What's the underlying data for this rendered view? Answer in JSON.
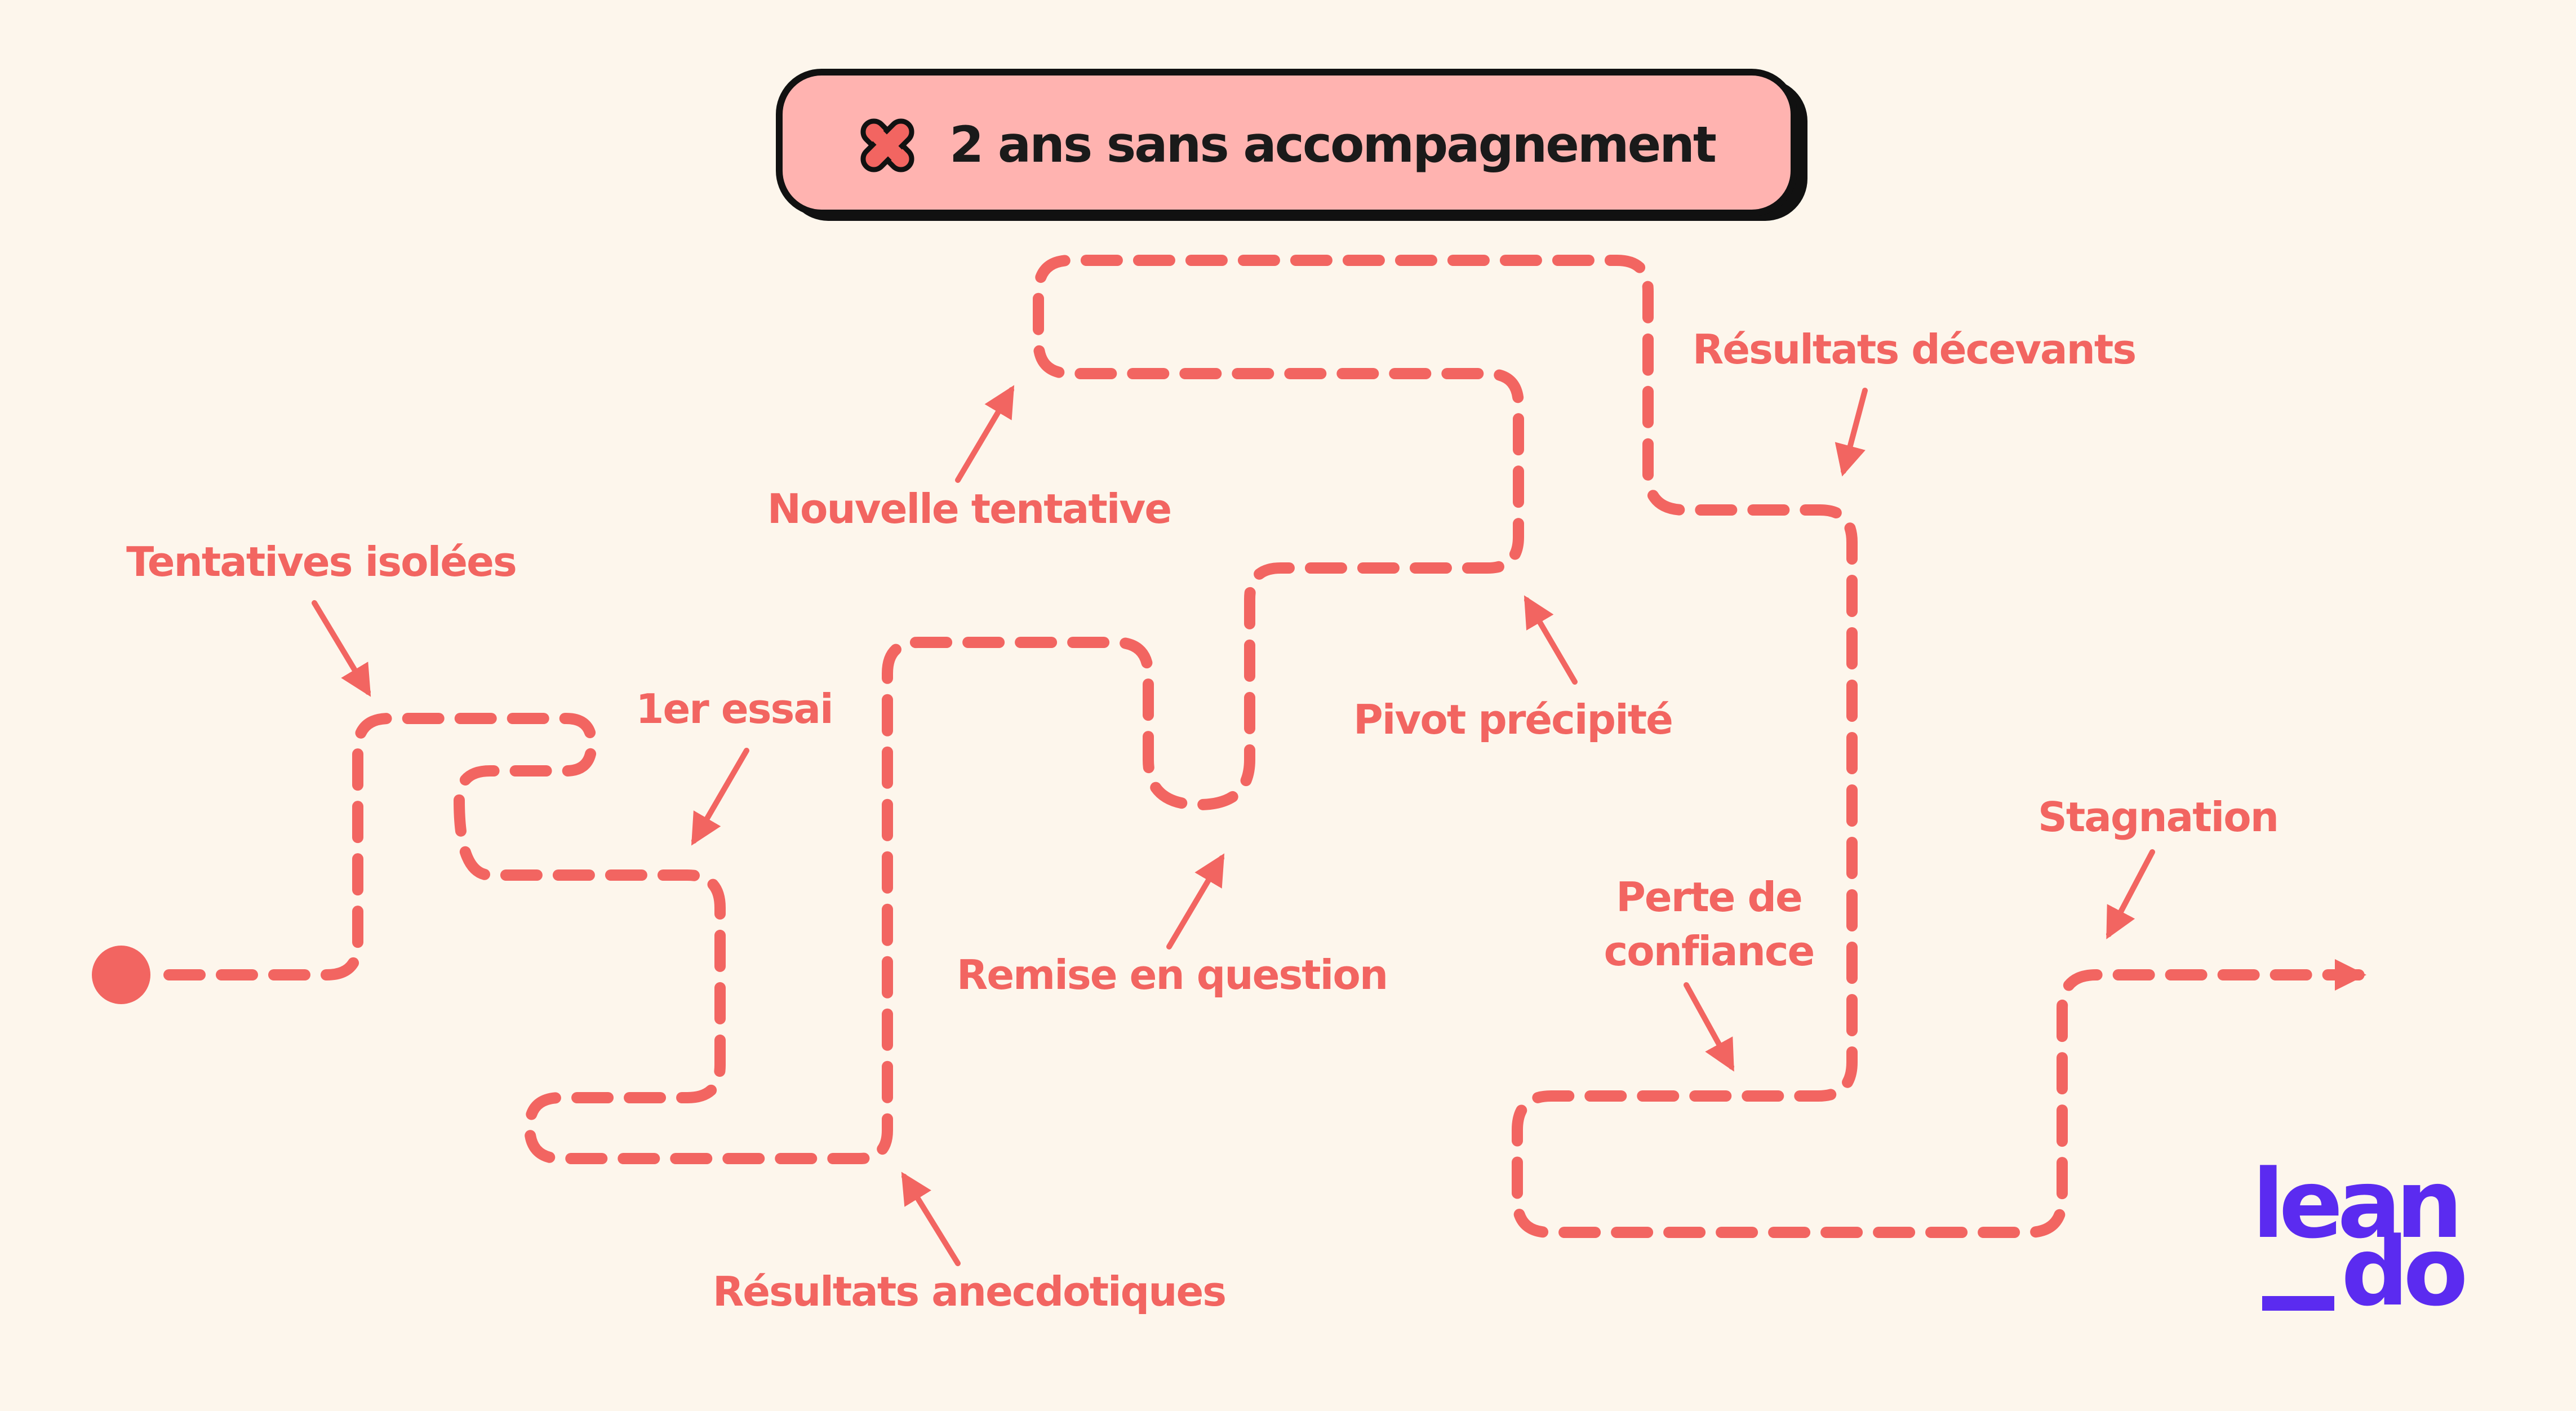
{
  "title": {
    "text": "2 ans sans accompagnement",
    "icon": "x-cross-icon"
  },
  "milestones": [
    "Tentatives isolées",
    "1er essai",
    "Résultats anecdotiques",
    "Remise en question",
    "Nouvelle tentative",
    "Pivot précipité",
    "Résultats décevants",
    "Perte de",
    "confiance",
    "Stagnation"
  ],
  "logo": {
    "line1": "lean",
    "line2": "do"
  },
  "colors": {
    "background": "#fdf6ec",
    "path": "#f26561",
    "title_fill": "#ffb3b0",
    "title_border": "#111111",
    "logo": "#5b2bf0"
  }
}
